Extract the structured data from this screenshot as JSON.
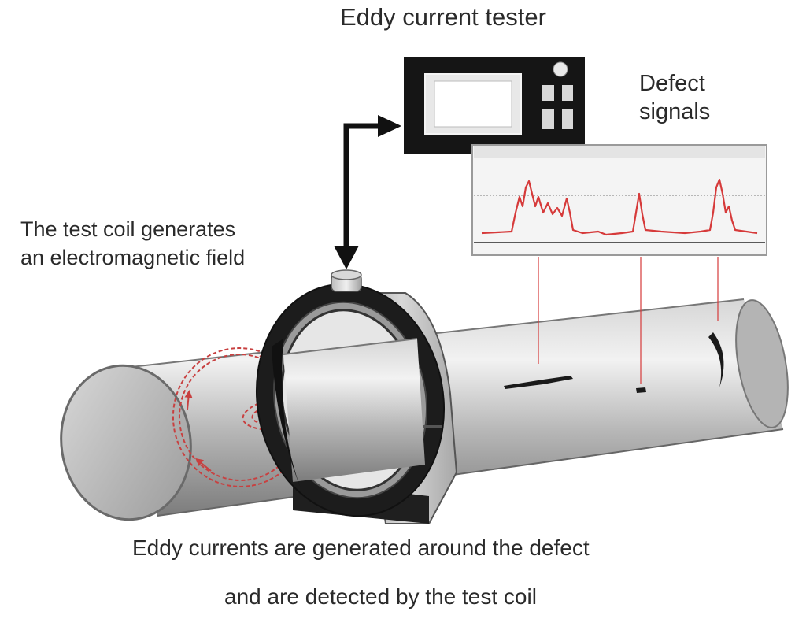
{
  "labels": {
    "tester_title": "Eddy current tester",
    "defect_signals_line1": "Defect",
    "defect_signals_line2": "signals",
    "coil_line1": "The test coil generates",
    "coil_line2": "an electromagnetic field",
    "caption_line1": "Eddy currents are generated around the defect",
    "caption_line2": "and are detected by the test coil"
  },
  "colors": {
    "signal": "#d63a3a",
    "eddy_current": "#c84040",
    "coil_body": "#1c1c1c",
    "pipe_light": "#e2e2e2",
    "pipe_dark": "#8a8a8a",
    "tester_body": "#151515"
  },
  "icons": [
    "arrow-icon"
  ]
}
